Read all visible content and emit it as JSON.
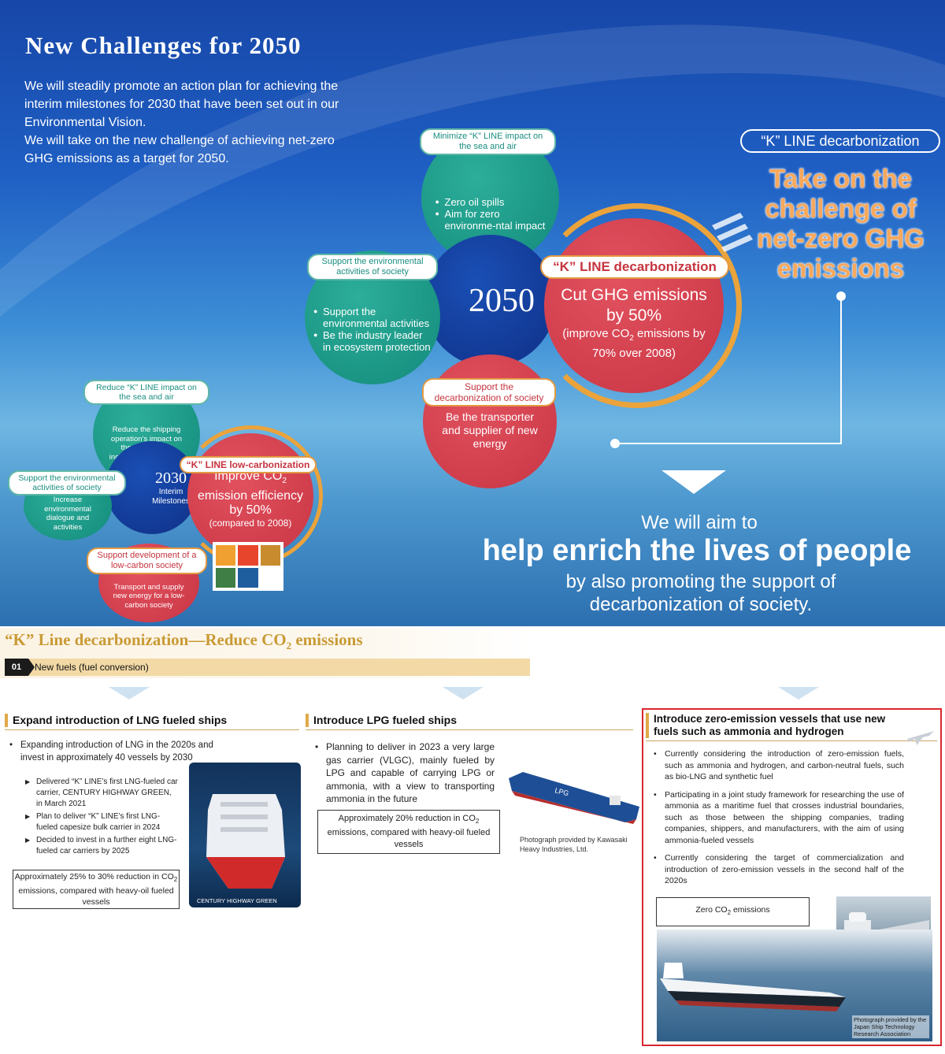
{
  "banner": {
    "title": "New Challenges for 2050",
    "intro": [
      "We will steadily promote an action plan for achieving the interim milestones for 2030 that have been set out in our Environmental Vision.",
      "We will take on the new challenge of achieving net-zero GHG emissions as a target for 2050."
    ],
    "center_2050": "2050",
    "sea_air": {
      "pill": "Minimize “K” LINE impact on the sea and air",
      "items": [
        "Zero oil spills",
        "Aim for zero environme-ntal impact"
      ]
    },
    "environment": {
      "pill": "Support the environmental activities of society",
      "items": [
        "Support the environmental activities",
        "Be the industry leader in ecosystem protection"
      ]
    },
    "decarb_circle": {
      "pill": "“K” LINE decarbonization",
      "main": "Cut GHG emissions by 50%",
      "sub_prefix": "(improve CO",
      "sub_suffix": " emissions by 70% over 2008)",
      "subscript": "2"
    },
    "society": {
      "pill": "Support the decarbonization of society",
      "text": "Be the transporter and supplier of new energy"
    },
    "decarb_pill": "“K” LINE decarbonization",
    "decarb_headline": "Take on the challenge of net-zero GHG emissions",
    "aim_line1": "We will aim to",
    "aim_line2": "help enrich the lives of people",
    "aim_line3": "by also promoting the support of decarbonization of society.",
    "m2030": {
      "center_year": "2030",
      "center_label": "Interim Milestones",
      "sea_air_pill": "Reduce “K” LINE impact on the sea and air",
      "sea_air_text": "Reduce the shipping operation’s impact on the sea and air, including zero oil spills",
      "env_pill": "Support the environmental activities of society",
      "env_text": "Increase environmental dialogue and activities",
      "lowcarb_pill": "“K” LINE low-carbonization",
      "lowcarb_main_prefix": "Improve CO",
      "lowcarb_subscript": "2",
      "lowcarb_main_suffix": " emission efficiency by 50%",
      "lowcarb_sub": "(compared to 2008)",
      "society_pill": "Support development of a low-carbon society",
      "society_text": "Transport and supply new energy for a low-carbon society"
    },
    "sdg_colors": [
      "#f0a030",
      "#e8462c",
      "#c88b2e",
      "#f7c200",
      "#3f7e44",
      "#fff"
    ]
  },
  "section": {
    "title_prefix": "“K” Line decarbonization—Reduce CO",
    "title_subscript": "2",
    "title_suffix": " emissions",
    "num": "01",
    "subtitle": "New fuels (fuel conversion)"
  },
  "lng": {
    "heading": "Expand introduction of LNG fueled ships",
    "bullet": "Expanding introduction of LNG in the 2020s and invest in approximately 40 vessels by 2030",
    "items": [
      "Delivered “K” LINE’s first LNG-fueled car carrier, CENTURY HIGHWAY GREEN, in March 2021",
      "Plan to deliver “K” LINE’s first LNG-fueled capesize bulk carrier in 2024",
      "Decided to invest in a further eight LNG-fueled car carriers by 2025"
    ],
    "box_prefix": "Approximately 25% to 30% reduction in CO",
    "box_subscript": "2",
    "box_suffix": " emissions, compared with heavy-oil fueled vessels",
    "photo_caption": "CENTURY HIGHWAY GREEN"
  },
  "lpg": {
    "heading": "Introduce LPG fueled ships",
    "bullet": "Planning to deliver in 2023 a very large gas carrier (VLGC), mainly fueled by LPG and capable of carrying LPG or ammonia, with a view to transporting ammonia in the future",
    "box_prefix": "Approximately 20% reduction in CO",
    "box_subscript": "2",
    "box_suffix": " emissions, compared with heavy-oil fueled vessels",
    "hull_text": "LPG",
    "photo_credit": "Photograph provided by Kawasaki Heavy Industries, Ltd."
  },
  "zero": {
    "heading": "Introduce zero-emission vessels that use new fuels such as ammonia and hydrogen",
    "bullets": [
      "Currently considering the introduction of zero-emission fuels, such as ammonia and hydrogen, and carbon-neutral fuels, such as bio-LNG and synthetic fuel",
      "Participating in a joint study framework for researching the use of ammonia as a maritime fuel that crosses industrial boundaries, such as those between the shipping companies, trading companies, shippers, and manufacturers, with the aim of using ammonia-fueled vessels",
      "Currently considering the target of commercialization and introduction of zero-emission vessels in the second half of the 2020s"
    ],
    "box_prefix": "Zero CO",
    "box_subscript": "2",
    "box_suffix": " emissions",
    "photo_credit": "Photograph provided by the Japan Ship Technology Research Association"
  }
}
